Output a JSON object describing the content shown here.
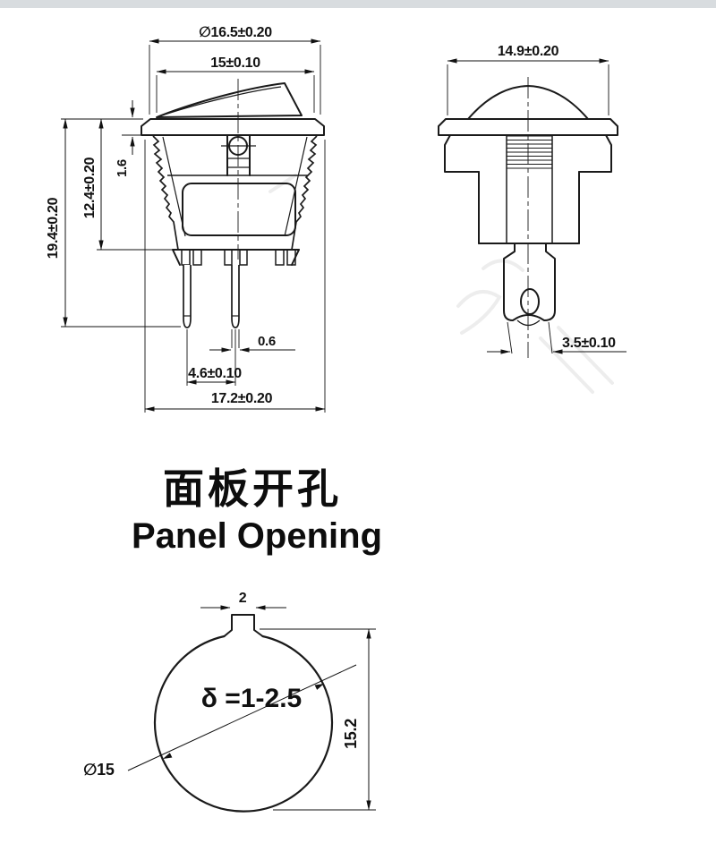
{
  "drawing": {
    "title_zh": "面板开孔",
    "title_en": "Panel Opening",
    "front_view": {
      "flange_diameter": "∅16.5±0.20",
      "rocker_width": "15±0.10",
      "total_height": "19.4±0.20",
      "body_height": "12.4±0.20",
      "flange_thickness": "1.6",
      "pin_width": "0.6",
      "pin_pitch": "4.6±0.10",
      "overall_width": "17.2±0.20"
    },
    "side_view": {
      "body_width": "14.9±0.20",
      "terminal_width": "3.5±0.10"
    },
    "panel_opening": {
      "notch_width": "2",
      "opening_height": "15.2",
      "opening_diameter": "∅15",
      "panel_thickness_range": "δ =1-2.5"
    }
  }
}
